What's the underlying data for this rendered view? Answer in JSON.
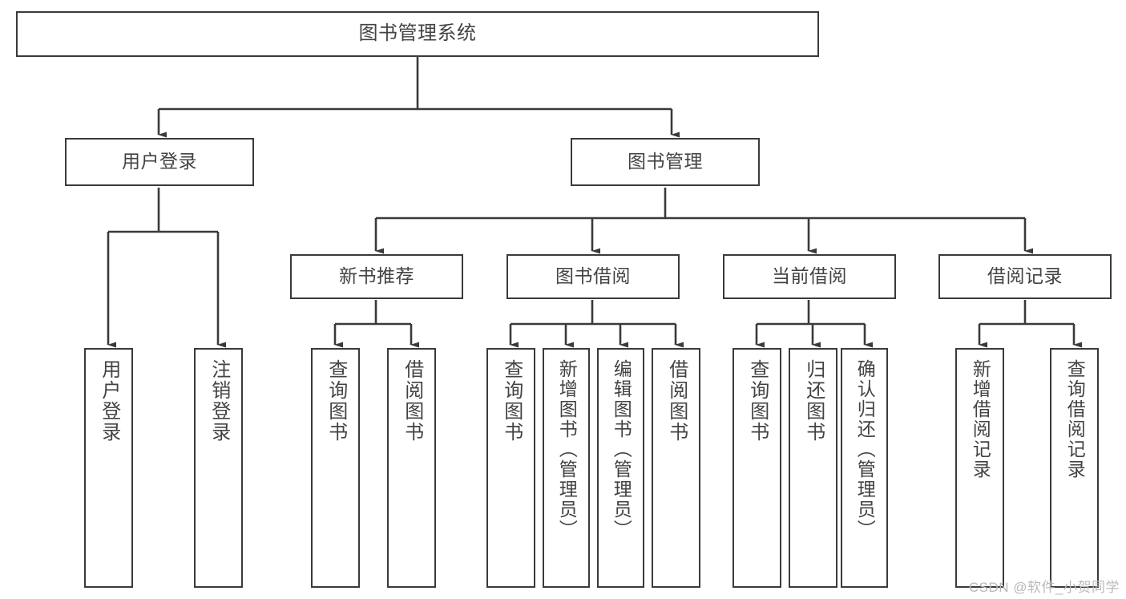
{
  "diagram": {
    "title": "图书管理系统",
    "type": "functional-structure-tree",
    "watermark": "CSDN @软件_小贺同学",
    "colors": {
      "box_border": "#3a3a3a",
      "box_fill": "#ffffff",
      "text": "#434343",
      "edge": "#3a3a3a",
      "watermark": "#b9b9b9",
      "background": "#ffffff"
    },
    "levels": {
      "root": {
        "label": "图书管理系统"
      },
      "level1": [
        {
          "id": "user-login",
          "label": "用户登录"
        },
        {
          "id": "book-management",
          "label": "图书管理"
        }
      ],
      "level2": [
        {
          "id": "new-book-recommend",
          "label": "新书推荐",
          "parent": "book-management"
        },
        {
          "id": "book-borrow",
          "label": "图书借阅",
          "parent": "book-management"
        },
        {
          "id": "current-borrow",
          "label": "当前借阅",
          "parent": "book-management"
        },
        {
          "id": "borrow-record",
          "label": "借阅记录",
          "parent": "book-management"
        }
      ],
      "level3": [
        {
          "id": "leaf-user-login",
          "label": "用户登录",
          "parent": "user-login"
        },
        {
          "id": "leaf-logout-login",
          "label": "注销登录",
          "parent": "user-login"
        },
        {
          "id": "leaf-query-book-1",
          "label": "查询图书",
          "parent": "new-book-recommend"
        },
        {
          "id": "leaf-borrow-book-1",
          "label": "借阅图书",
          "parent": "new-book-recommend"
        },
        {
          "id": "leaf-query-book-2",
          "label": "查询图书",
          "parent": "book-borrow"
        },
        {
          "id": "leaf-add-book",
          "label": "新增图书（管理员）",
          "parent": "book-borrow"
        },
        {
          "id": "leaf-edit-book",
          "label": "编辑图书（管理员）",
          "parent": "book-borrow"
        },
        {
          "id": "leaf-borrow-book-2",
          "label": "借阅图书",
          "parent": "book-borrow"
        },
        {
          "id": "leaf-query-book-3",
          "label": "查询图书",
          "parent": "current-borrow"
        },
        {
          "id": "leaf-return-book",
          "label": "归还图书",
          "parent": "current-borrow"
        },
        {
          "id": "leaf-confirm-return",
          "label": "确认归还（管理员）",
          "parent": "current-borrow"
        },
        {
          "id": "leaf-add-record",
          "label": "新增借阅记录",
          "parent": "borrow-record"
        },
        {
          "id": "leaf-query-record",
          "label": "查询借阅记录",
          "parent": "borrow-record"
        }
      ]
    }
  }
}
